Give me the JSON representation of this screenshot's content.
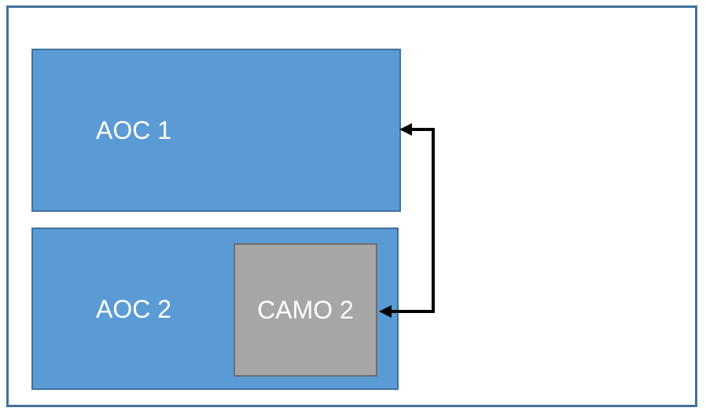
{
  "diagram": {
    "boxes": {
      "aoc1": {
        "label": "AOC 1"
      },
      "aoc2": {
        "label": "AOC 2"
      },
      "camo2": {
        "label": "CAMO 2"
      }
    },
    "connector": {
      "description": "elbow-connector-with-arrowheads-into-aoc1-and-camo2"
    },
    "colors": {
      "aoc_fill": "#5B9BD5",
      "aoc_border": "#41719C",
      "camo_fill": "#A6A6A6",
      "camo_border": "#6E6E6E",
      "frame_border": "#41719C",
      "connector_stroke": "#000000",
      "label_text": "#FFFFFF",
      "background": "#FFFFFF"
    }
  }
}
